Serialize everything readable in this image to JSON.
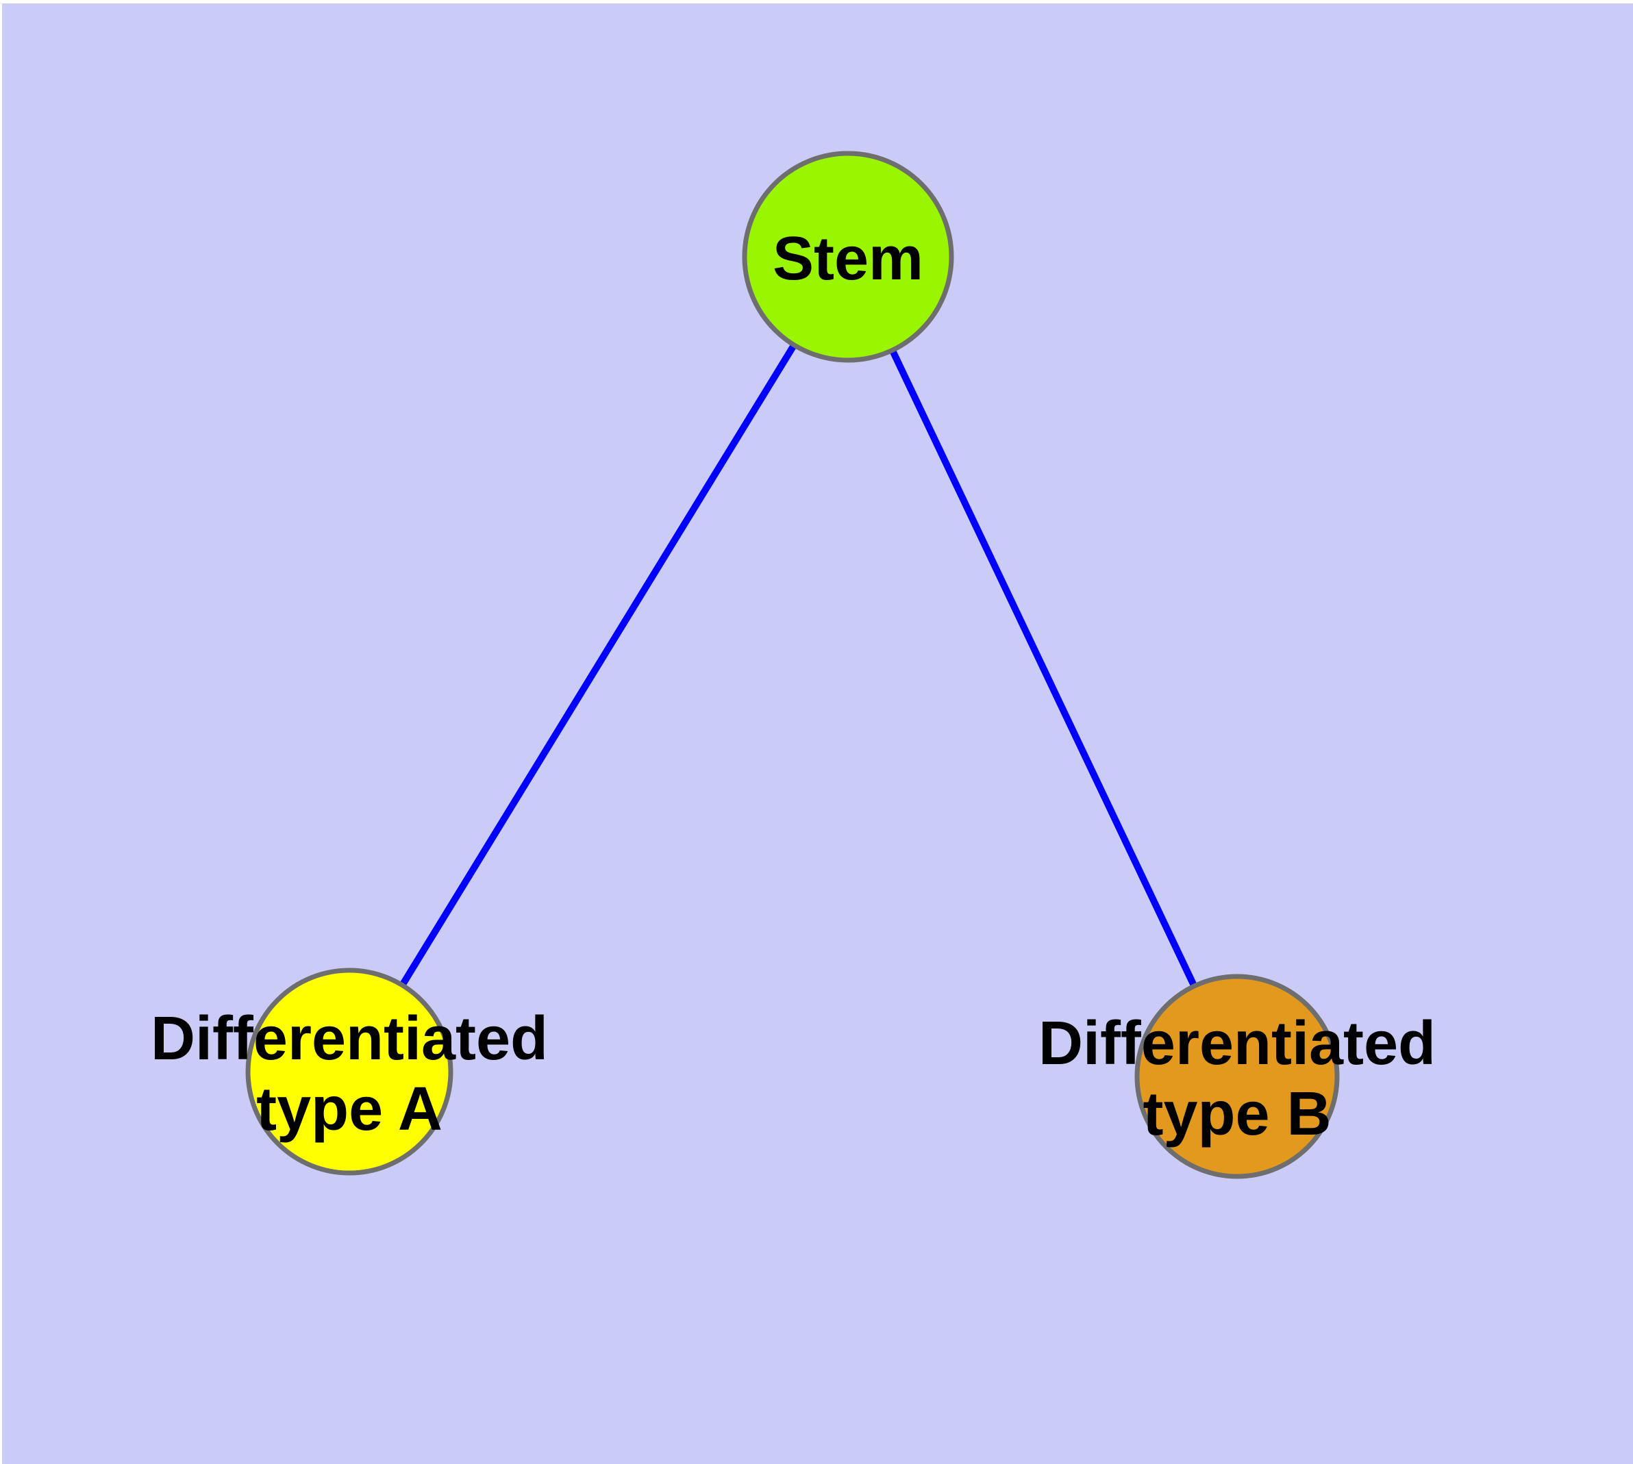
{
  "canvas": {
    "background_color": "#CBCBF8",
    "margin_color": "#FFFFFF"
  },
  "styles": {
    "edge_color": "#0000FF",
    "node_border_color": "#6E6E6E",
    "label_color": "#000000"
  },
  "nodes": {
    "stem": {
      "label": "Stem",
      "fill": "#9AF500"
    },
    "diff_a": {
      "label_line1": "Differentiated",
      "label_line2": "type A",
      "fill": "#FFFF00"
    },
    "diff_b": {
      "label_line1": "Differentiated",
      "label_line2": "type B",
      "fill": "#E2991E"
    }
  },
  "edges": [
    {
      "from": "Stem",
      "to": "Differentiated type A"
    },
    {
      "from": "Stem",
      "to": "Differentiated type B"
    }
  ]
}
